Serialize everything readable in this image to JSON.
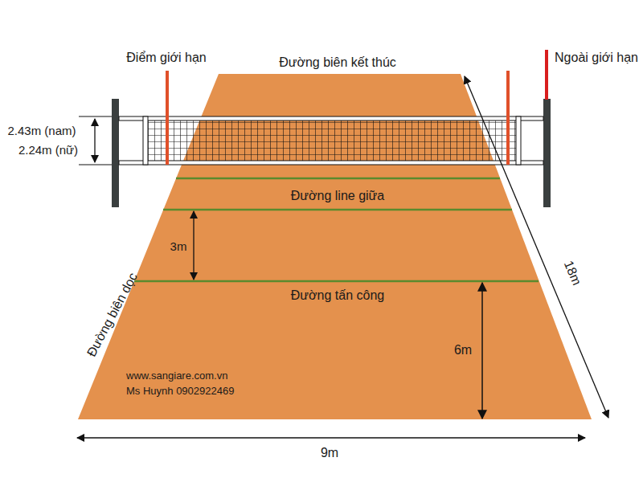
{
  "diagram": {
    "labels": [
      "Điểm giới hạn",
      "Đường biên kết thúc",
      "Ngoài giới hạn",
      "2.43m (nam)",
      "2.24m (nữ)",
      "Đường line giữa",
      "3m",
      "18m",
      "Đường biên dọc",
      "Đường tấn công",
      "6m",
      "www.sangiare.com.vn",
      "Ms Huynh 0902922469",
      "9m"
    ]
  }
}
